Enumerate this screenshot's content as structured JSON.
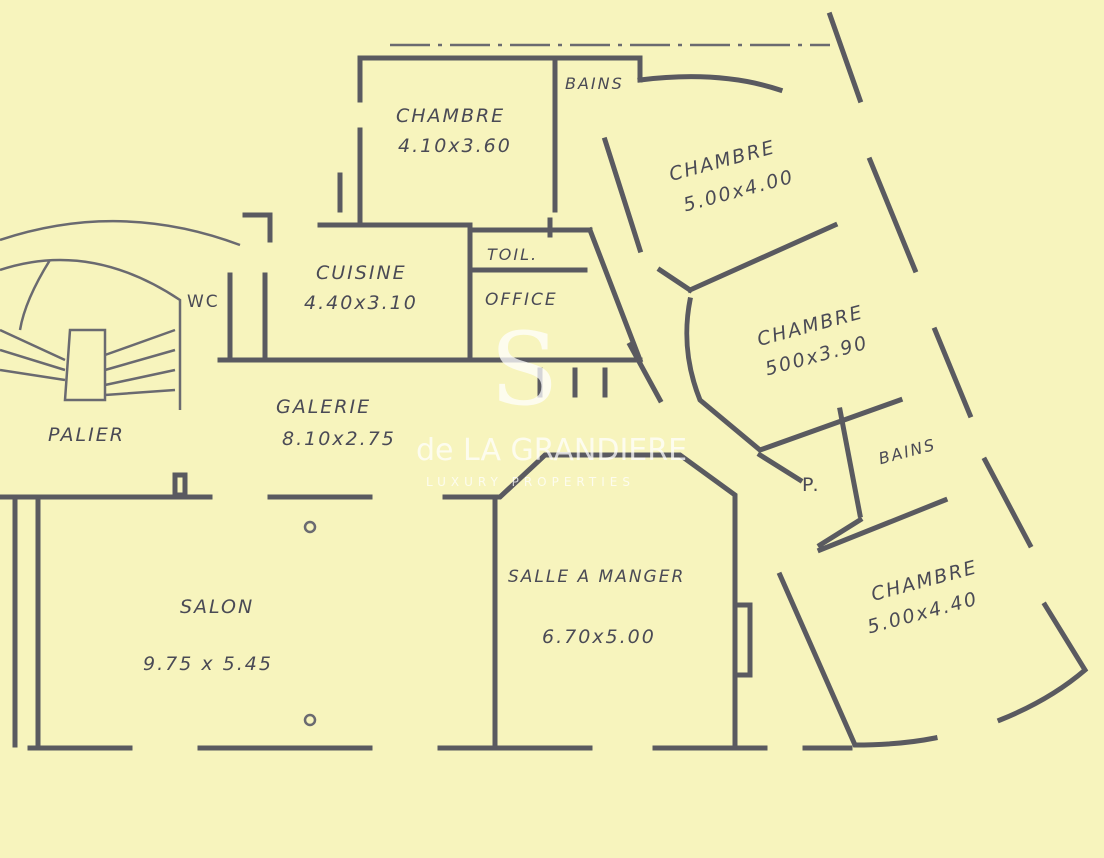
{
  "rooms": [
    {
      "name": "CHAMBRE",
      "size": "4.10x3.60"
    },
    {
      "name": "BAINS"
    },
    {
      "name": "CHAMBRE",
      "size": "5.00x4.00"
    },
    {
      "name": "TOIL."
    },
    {
      "name": "CUISINE",
      "size": "4.40x3.10"
    },
    {
      "name": "OFFICE"
    },
    {
      "name": "WC"
    },
    {
      "name": "CHAMBRE",
      "size": "500x3.90"
    },
    {
      "name": "PALIER"
    },
    {
      "name": "GALERIE",
      "size": "8.10x2.75"
    },
    {
      "name": "BAINS"
    },
    {
      "name": "P."
    },
    {
      "name": "SALLE A MANGER",
      "size": "6.70x5.00"
    },
    {
      "name": "SALON",
      "size": "9.75 x 5.45"
    },
    {
      "name": "CHAMBRE",
      "size": "5.00x4.40"
    }
  ],
  "watermark": {
    "logo": "S",
    "line1": "de LA GRANDIERE",
    "line2": "LUXURY PROPERTIES"
  },
  "colors": {
    "paper": "#f7f4bd",
    "ink": "#5a5a60"
  }
}
